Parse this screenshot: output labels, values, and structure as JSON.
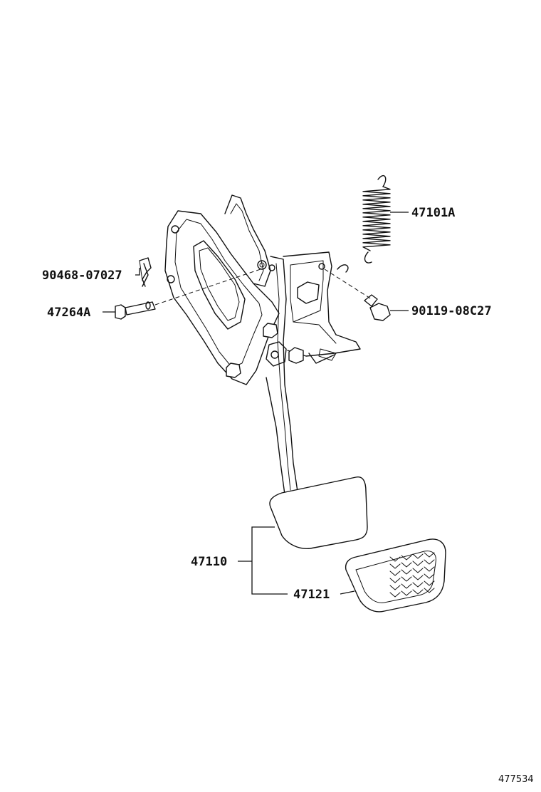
{
  "parts": {
    "return_spring": "47101A",
    "clip": "90468-07027",
    "pin": "47264A",
    "stopper_bolt": "90119-08C27",
    "pedal_assy": "47110",
    "pedal_pad": "47121"
  },
  "figure_id": "477534"
}
